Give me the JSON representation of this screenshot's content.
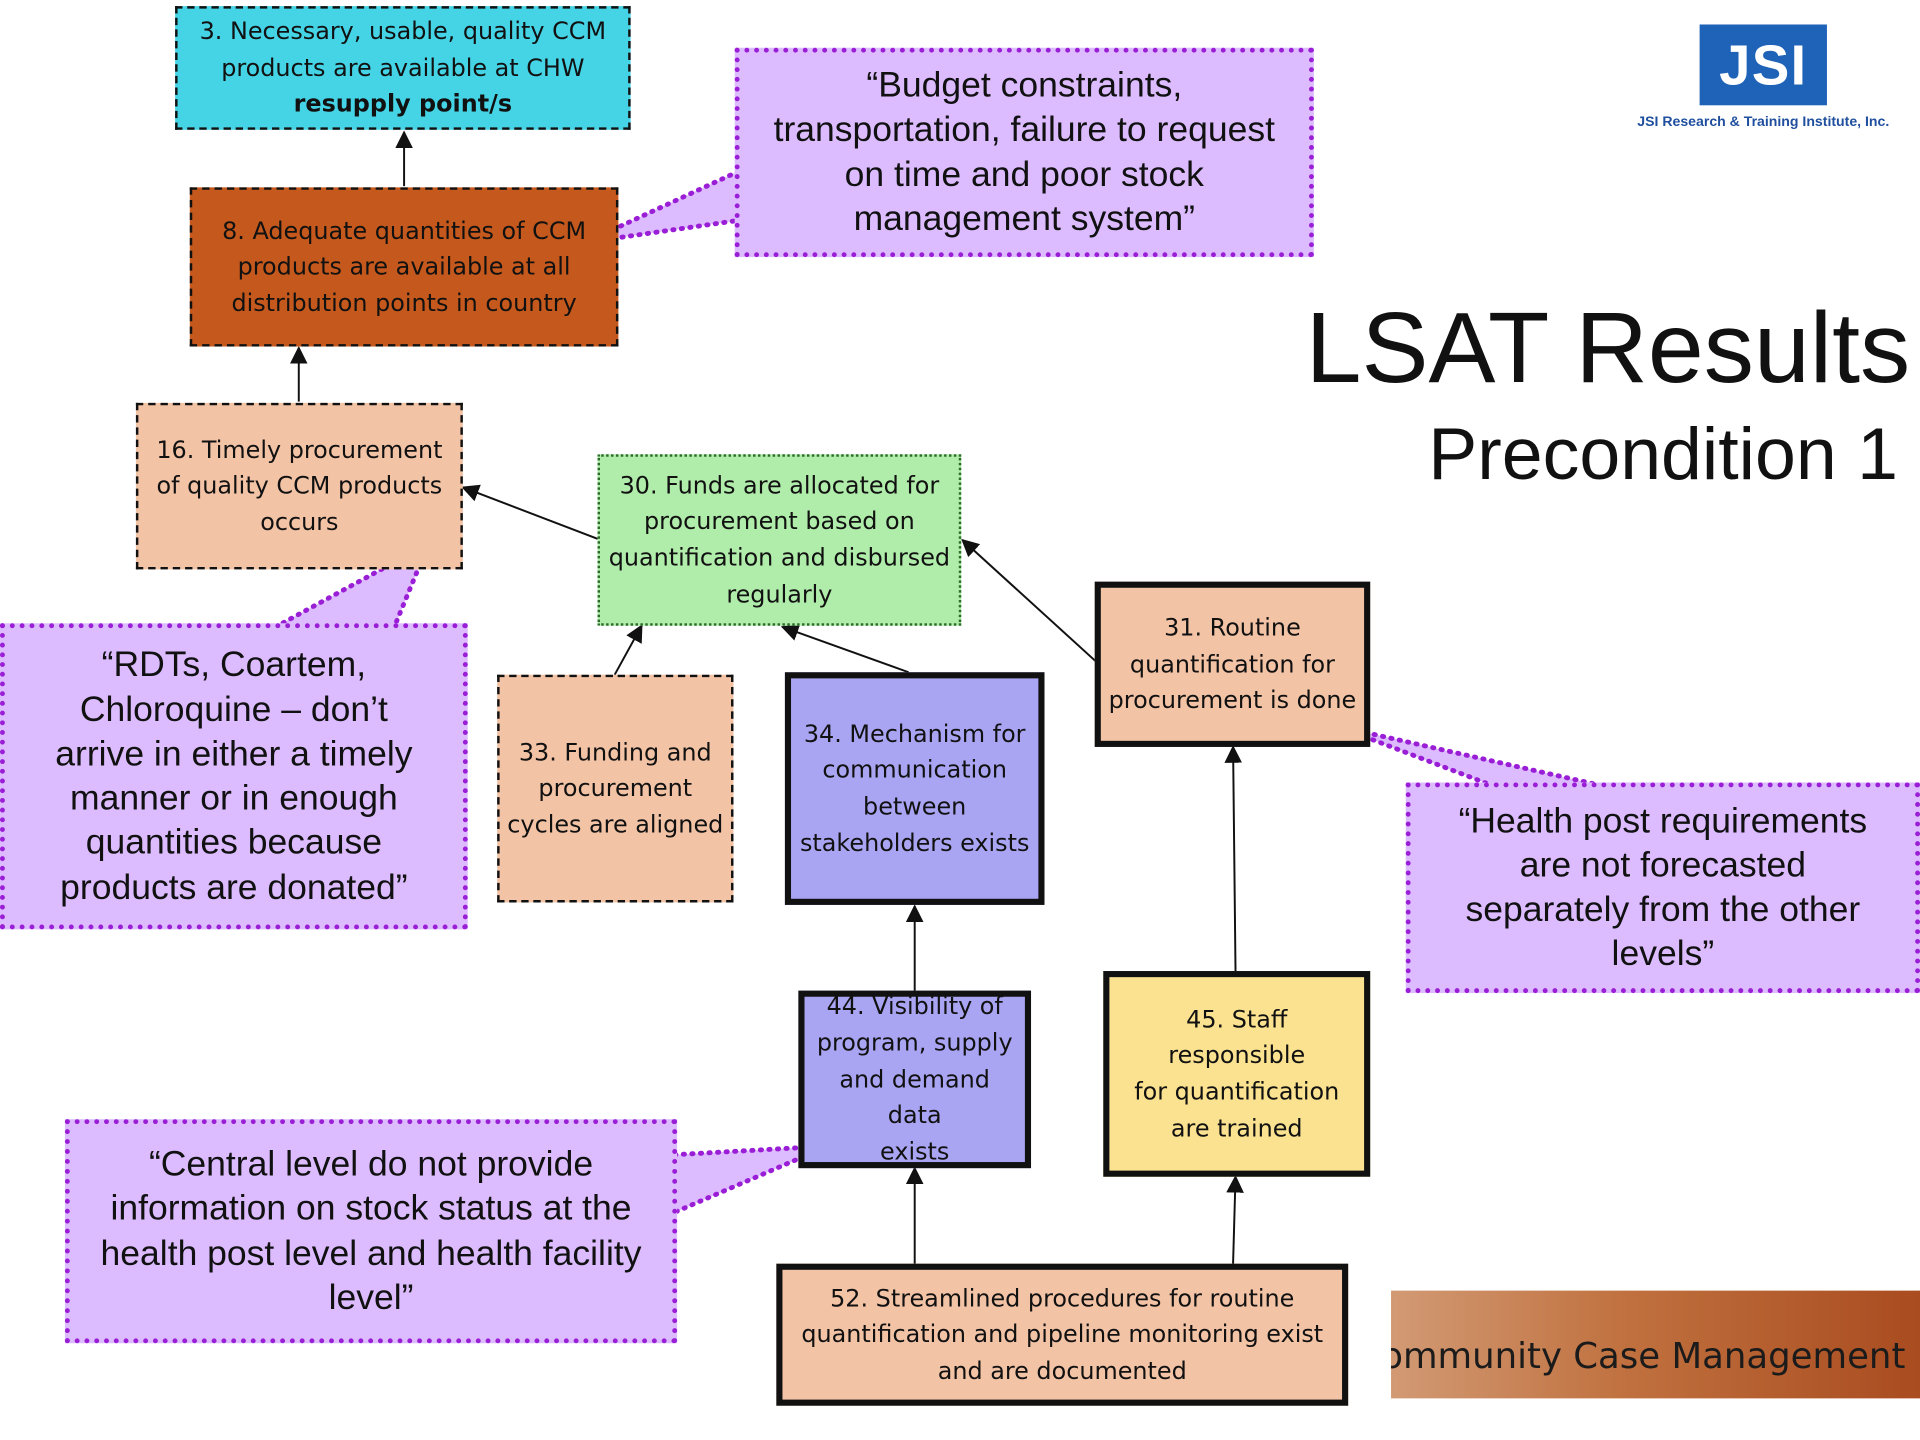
{
  "title": {
    "main": "LSAT Results",
    "sub": "Precondition 1"
  },
  "logo": {
    "mark": "JSI",
    "text": "JSI Research & Training Institute, Inc."
  },
  "banner": {
    "text": "ommunity Case Management"
  },
  "colors": {
    "cyan": "#45d4e6",
    "rust": "#c5591d",
    "peach": "#f3c3a6",
    "green": "#b0ecaa",
    "blue": "#a9a5f3",
    "yellow": "#fbe291",
    "callout_fill": "#dcbcff",
    "callout_border": "#9a1ed6"
  },
  "nodes": {
    "n3": {
      "lines": [
        "3. Necessary, usable, quality CCM",
        "products are available at CHW",
        "resupply point/s"
      ],
      "bold_last": true
    },
    "n8": {
      "lines": [
        "8. Adequate quantities of CCM",
        "products are available at all",
        "distribution points in country"
      ]
    },
    "n16": {
      "lines": [
        "16. Timely procurement",
        "of quality CCM products",
        "occurs"
      ]
    },
    "n30": {
      "lines": [
        "30. Funds are allocated for",
        "procurement based on",
        "quantification and disbursed",
        "regularly"
      ]
    },
    "n31": {
      "lines": [
        "31. Routine",
        "quantification for",
        "procurement is done"
      ]
    },
    "n33": {
      "lines": [
        "33. Funding and",
        "procurement",
        "cycles are aligned"
      ]
    },
    "n34": {
      "lines": [
        "34. Mechanism for",
        "communication",
        "between",
        "stakeholders exists"
      ]
    },
    "n44": {
      "lines": [
        "44. Visibility of",
        "program, supply",
        "and demand data",
        "exists"
      ]
    },
    "n45": {
      "lines": [
        "45. Staff responsible",
        "for quantification",
        "are trained"
      ]
    },
    "n52": {
      "lines": [
        "52. Streamlined procedures for routine",
        "quantification and pipeline monitoring exist",
        "and are documented"
      ]
    }
  },
  "callouts": {
    "budget": [
      "“Budget constraints,",
      "transportation, failure to request",
      "on time and poor stock",
      "management system”"
    ],
    "rdts": [
      "“RDTs, Coartem,",
      "Chloroquine – don’t",
      "arrive in either a timely",
      "manner or in enough",
      "quantities because",
      "products are donated”"
    ],
    "health_post": [
      "“Health post requirements",
      "are not forecasted",
      "separately from the other",
      "levels”"
    ],
    "central": [
      "“Central level do not provide",
      "information on stock status at the",
      "health post level and health facility",
      "level”"
    ]
  }
}
